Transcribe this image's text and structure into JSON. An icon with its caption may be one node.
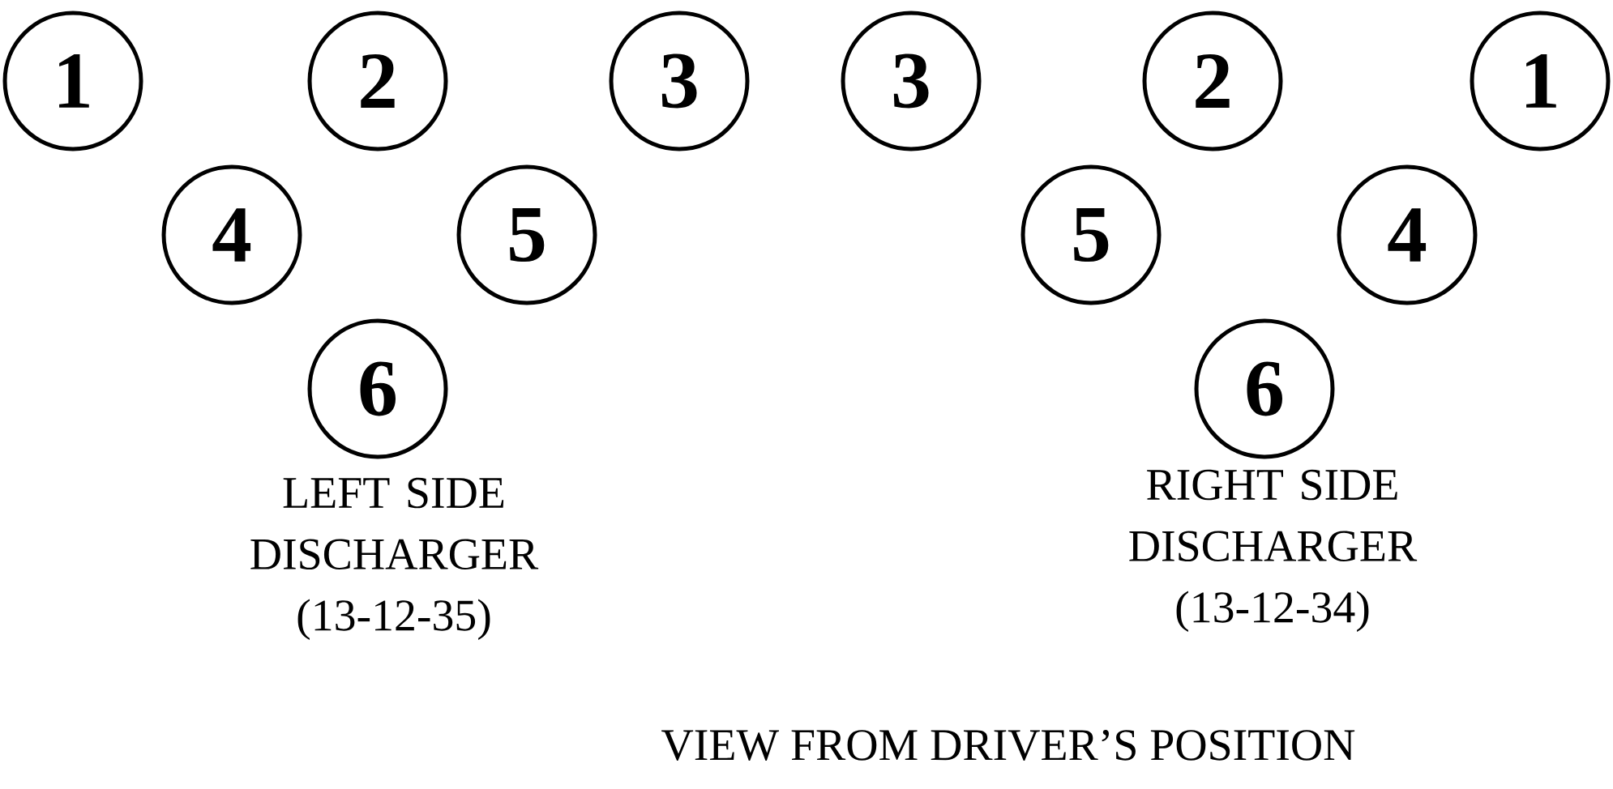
{
  "diagram": {
    "nodes": [
      {
        "text": [
          "1"
        ]
      },
      {
        "text": [
          "2"
        ]
      },
      {
        "text": [
          "3"
        ]
      },
      {
        "text": [
          "4"
        ]
      },
      {
        "text": [
          "5"
        ]
      },
      {
        "text": [
          "6"
        ]
      },
      {
        "text": [
          "3"
        ]
      },
      {
        "text": [
          "2"
        ]
      },
      {
        "text": [
          "1"
        ]
      },
      {
        "text": [
          "5"
        ]
      },
      {
        "text": [
          "4"
        ]
      },
      {
        "text": [
          "6"
        ]
      }
    ],
    "labels": [
      "LEFT SIDE DISCHARGER (13-12-35)",
      "RIGHT SIDE DISCHARGER (13-12-34)",
      "VIEW FROM DRIVER’S POSITION"
    ]
  }
}
